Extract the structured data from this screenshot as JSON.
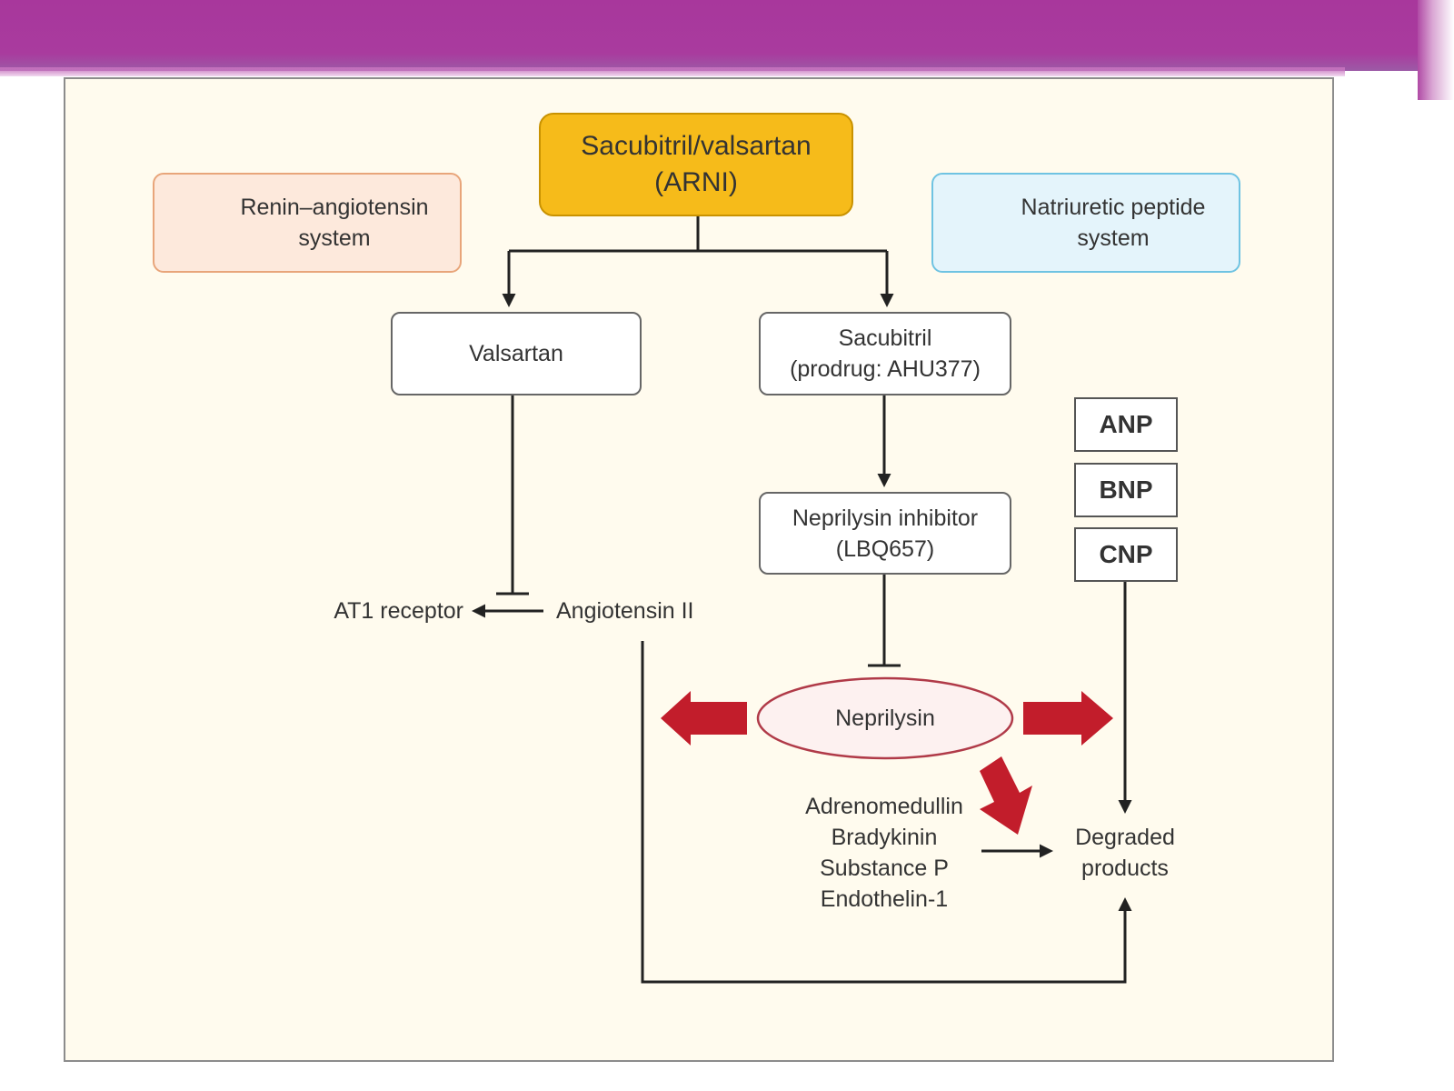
{
  "diagram": {
    "arni_line1": "Sacubitril/valsartan",
    "arni_line2": "(ARNI)",
    "ras_line1": "Renin–angiotensin",
    "ras_line2": "system",
    "nps_line1": "Natriuretic peptide",
    "nps_line2": "system",
    "valsartan": "Valsartan",
    "sacubitril_line1": "Sacubitril",
    "sacubitril_line2": "(prodrug: AHU377)",
    "inhibitor_line1": "Neprilysin inhibitor",
    "inhibitor_line2": "(LBQ657)",
    "at1_receptor": "AT1 receptor",
    "angiotensin_ii": "Angiotensin II",
    "neprilysin": "Neprilysin",
    "peptides": [
      "ANP",
      "BNP",
      "CNP"
    ],
    "substrates": [
      "Adrenomedullin",
      "Bradykinin",
      "Substance P",
      "Endothelin-1"
    ],
    "degraded_line1": "Degraded",
    "degraded_line2": "products"
  },
  "colors": {
    "header": "#a8379c",
    "panel": "#fffbee",
    "arni_fill": "#f6bb1a",
    "ras_fill": "#fde9dc",
    "ras_border": "#e8a57a",
    "ras_arrow": "#ec7a2e",
    "nps_fill": "#e4f4fb",
    "nps_border": "#6fc3e2",
    "nps_arrow": "#3aa8d8",
    "red_arrow": "#c21d2b",
    "neprilysin_border": "#b03a48"
  }
}
